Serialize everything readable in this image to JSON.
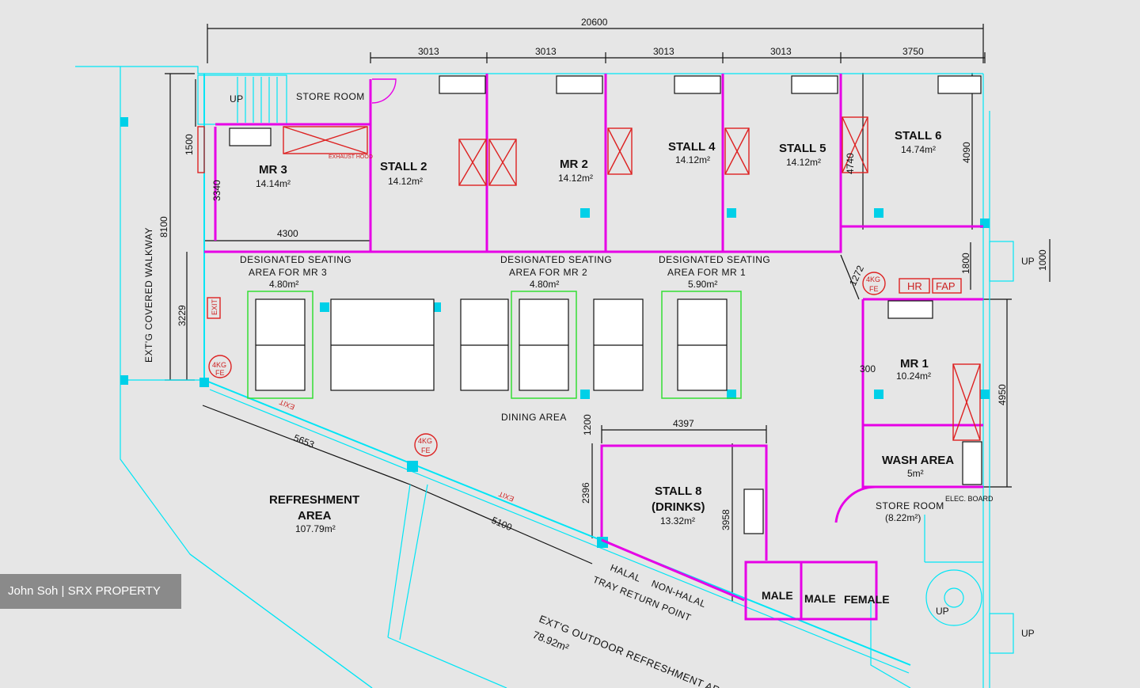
{
  "dimensions": {
    "total_width": "20600",
    "stall_w1": "3013",
    "stall_w2": "3013",
    "stall_w3": "3013",
    "stall_w4": "3013",
    "stall_w5": "3750",
    "left_height": "8100",
    "store_h": "1500",
    "mr3_h": "3340",
    "mr3_w": "4300",
    "seating_h": "3229",
    "stall6_h1": "4740",
    "stall6_h2": "4090",
    "corridor": "1272",
    "exit_h": "1800",
    "up_w": "1000",
    "mr1_h": "4950",
    "mr1_gap": "300",
    "dining_gap": "1200",
    "stall8_w": "4397",
    "stall8_h1": "2396",
    "stall8_h2": "3958",
    "diag1": "5653",
    "diag2": "5100"
  },
  "rooms": {
    "store_room_top": "STORE ROOM",
    "mr3": {
      "name": "MR 3",
      "area": "14.14m²"
    },
    "stall2": {
      "name": "STALL 2",
      "area": "14.12m²"
    },
    "mr2": {
      "name": "MR 2",
      "area": "14.12m²"
    },
    "stall4": {
      "name": "STALL 4",
      "area": "14.12m²"
    },
    "stall5": {
      "name": "STALL 5",
      "area": "14.12m²"
    },
    "stall6": {
      "name": "STALL 6",
      "area": "14.74m²"
    },
    "mr1": {
      "name": "MR 1",
      "area": "10.24m²"
    },
    "wash": {
      "name": "WASH AREA",
      "area": "5m²"
    },
    "store_room_bottom": {
      "name": "STORE ROOM",
      "area": "(8.22m²)"
    },
    "stall8": {
      "name1": "STALL 8",
      "name2": "(DRINKS)",
      "area": "13.32m²"
    },
    "refresh": {
      "name1": "REFRESHMENT",
      "name2": "AREA",
      "area": "107.79m²"
    },
    "outdoor": {
      "name1": "EXT'G OUTDOOR REFRESHMENT AREA",
      "area": "78.92m²"
    },
    "walkway": "EXT'G COVERED WALKWAY",
    "dining": "DINING AREA"
  },
  "seating": {
    "s3": {
      "l1": "DESIGNATED SEATING",
      "l2": "AREA FOR MR 3",
      "area": "4.80m²"
    },
    "s2": {
      "l1": "DESIGNATED SEATING",
      "l2": "AREA FOR MR 2",
      "area": "4.80m²"
    },
    "s1": {
      "l1": "DESIGNATED SEATING",
      "l2": "AREA FOR MR 1",
      "area": "5.90m²"
    }
  },
  "labels": {
    "up": "UP",
    "exit": "EXIT",
    "fe1": "4KG",
    "fe2": "FE",
    "hr": "HR",
    "fap": "FAP",
    "exhaust": "EXHAUST HOOD",
    "elec": "ELEC. BOARD",
    "male": "MALE",
    "female": "FEMALE",
    "halal": "HALAL",
    "nonhalal": "NON-HALAL",
    "tray": "TRAY RETURN POINT"
  },
  "watermark": "John Soh | SRX PROPERTY"
}
